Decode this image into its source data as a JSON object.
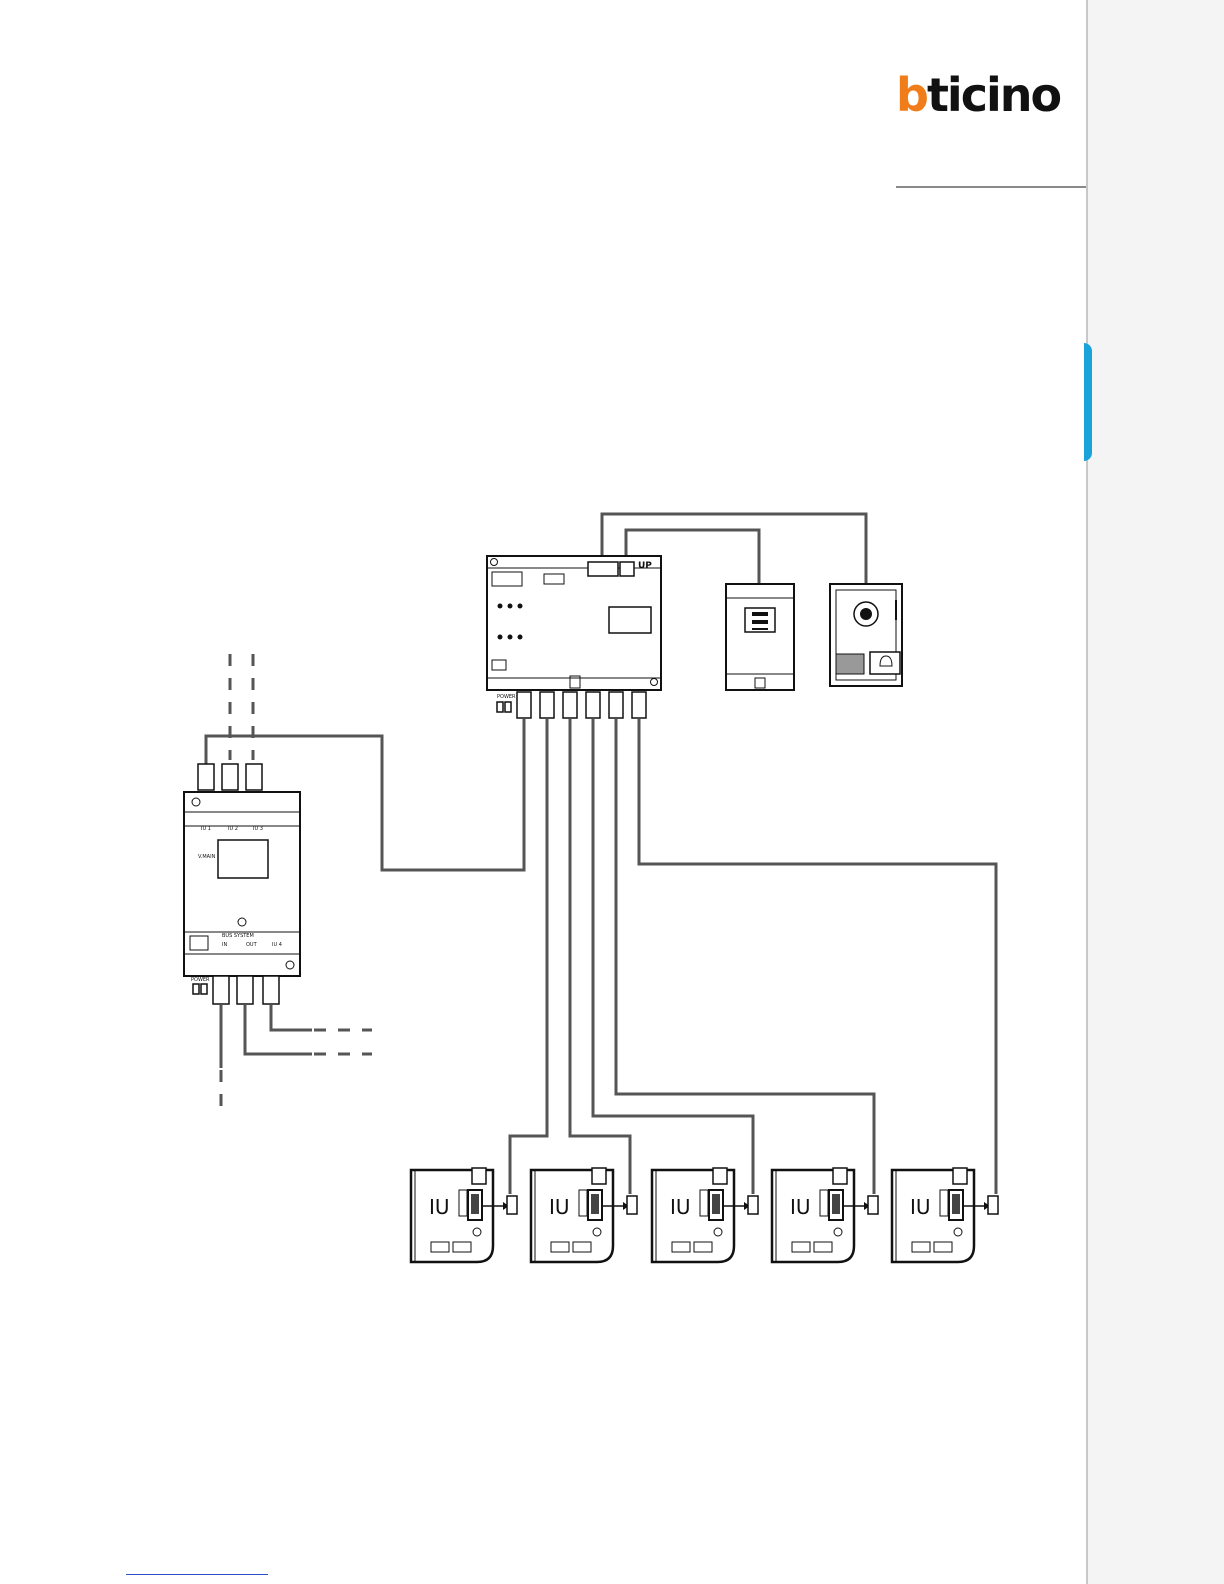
{
  "brand": {
    "logo_text_b": "b",
    "logo_text_rest": "ticino",
    "logo_accent": "#f07d1a",
    "tab_color": "#1aa3d9"
  },
  "power_supply": {
    "label": "POWER",
    "inputs": [
      "IU 1",
      "IU 2",
      "IU 3"
    ],
    "name": "V.MAIN",
    "bus_system": "BUS SYSTEM",
    "bus_in": "IN",
    "bus_out": "OUT",
    "out_label": "IU 4"
  },
  "floor_distributor": {
    "label": "POWER",
    "up_label": "UP"
  },
  "indoor_units": [
    {
      "label": "IU"
    },
    {
      "label": "IU"
    },
    {
      "label": "IU"
    },
    {
      "label": "IU"
    },
    {
      "label": "IU"
    }
  ]
}
